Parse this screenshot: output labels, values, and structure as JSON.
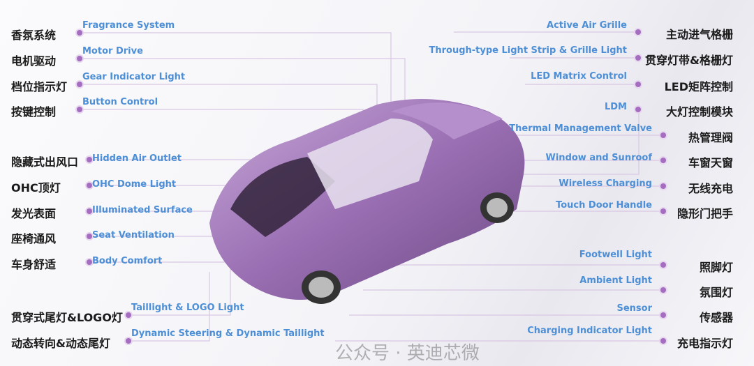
{
  "left": [
    {
      "zh": "香氛系统",
      "en": "Fragrance System"
    },
    {
      "zh": "电机驱动",
      "en": "Motor Drive"
    },
    {
      "zh": "档位指示灯",
      "en": "Gear Indicator Light"
    },
    {
      "zh": "按键控制",
      "en": "Button Control"
    },
    {
      "zh": "隐藏式出风口",
      "en": "Hidden Air Outlet"
    },
    {
      "zh": "OHC顶灯",
      "en": "OHC Dome Light"
    },
    {
      "zh": "发光表面",
      "en": "Illuminated Surface"
    },
    {
      "zh": "座椅通风",
      "en": "Seat Ventilation"
    },
    {
      "zh": "车身舒适",
      "en": "Body Comfort"
    },
    {
      "zh": "贯穿式尾灯&LOGO灯",
      "en": "Taillight & LOGO Light"
    },
    {
      "zh": "动态转向&动态尾灯",
      "en": "Dynamic Steering & Dynamic Taillight"
    }
  ],
  "right": [
    {
      "zh": "主动进气格栅",
      "en": "Active Air Grille"
    },
    {
      "zh": "贯穿灯带&格栅灯",
      "en": "Through-type Light Strip & Grille Light"
    },
    {
      "zh": "LED矩阵控制",
      "en": "LED Matrix Control"
    },
    {
      "zh": "大灯控制模块",
      "en": "LDM"
    },
    {
      "zh": "热管理阀",
      "en": "Thermal Management Valve"
    },
    {
      "zh": "车窗天窗",
      "en": "Window and Sunroof"
    },
    {
      "zh": "无线充电",
      "en": "Wireless Charging"
    },
    {
      "zh": "隐形门把手",
      "en": "Touch Door Handle"
    },
    {
      "zh": "照脚灯",
      "en": "Footwell Light"
    },
    {
      "zh": "氛围灯",
      "en": "Ambient Light"
    },
    {
      "zh": "传感器",
      "en": "Sensor"
    },
    {
      "zh": "充电指示灯",
      "en": "Charging Indicator Light"
    }
  ],
  "watermark": "公众号 · 英迪芯微",
  "colors": {
    "car": "#9a6fb3",
    "label_en": "#4d8fd6",
    "dot": "#a46dc0"
  }
}
